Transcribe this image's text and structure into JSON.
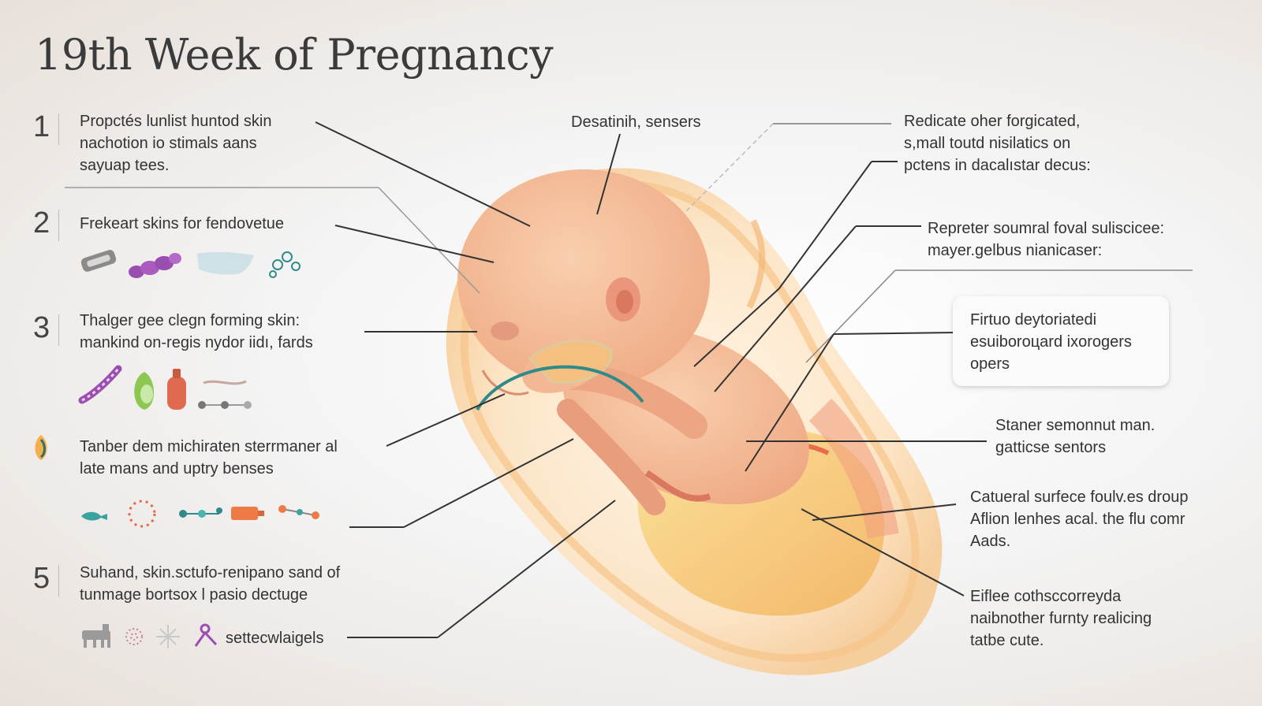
{
  "title": "19th Week of Pregnancy",
  "left_items": [
    {
      "num": "1",
      "text": "Propctés lunlist huntod skin\nnachotion io stimals aans\nsaуuap tees."
    },
    {
      "num": "2",
      "text": "Frekeart skins for fendovetue"
    },
    {
      "num": "3",
      "text": "Thalger gee clegn forming skin:\nmankind on-regis nydor iidı, fards"
    },
    {
      "num": "",
      "text": "Tanber dem michiraten sterrmaner al\nlate mans and uptry benses"
    },
    {
      "num": "5",
      "text": "Suhand, skin.sctufo-renipano sand of\ntunmage bortsox l pasio dectuge"
    }
  ],
  "bottom_icon_label": "settecwlaigels",
  "callouts": {
    "top_center": "Desatinih, sensers",
    "right_1": "Redicate oher forgicated,\ns,mall toutd nisilatics on\npctens in dacalıstar decus:",
    "right_2": "Repreter soumral foval suliscicee:\nmayer.gelbus nianicaser:",
    "right_box": "Firtuo deytoriatedi\nesuiboroцard ixorogers\nopers",
    "right_3": "Staner semonnut man.\ngatticse sentors",
    "right_4": "Catueral surfece foulv.es droup\nAflion lenhes acal. the flu comr\nAads.",
    "right_5": "Eiflee cothsccorreyda\nnaibnother furnty realicing\ntatbe cute."
  },
  "colors": {
    "skin": "#f6c29b",
    "amniotic": "#fbe3c2",
    "placenta": "#f9d27a",
    "vessel": "#d94a3c",
    "teal": "#2f8a8a",
    "purple": "#9a4fb0"
  },
  "icons": {
    "row2": [
      "bandage-icon",
      "capsule-chain-icon",
      "tissue-icon",
      "cell-cluster-icon"
    ],
    "row3": [
      "worm-icon",
      "pear-icon",
      "bottle-icon",
      "dna-chain-icon"
    ],
    "row4": [
      "small-fish-icon",
      "dotted-circle-icon",
      "node-chain-icon",
      "battery-icon",
      "molecule-icon"
    ],
    "row5": [
      "animal-icon",
      "virus-icon",
      "spark-icon",
      "stick-figure-icon"
    ]
  }
}
